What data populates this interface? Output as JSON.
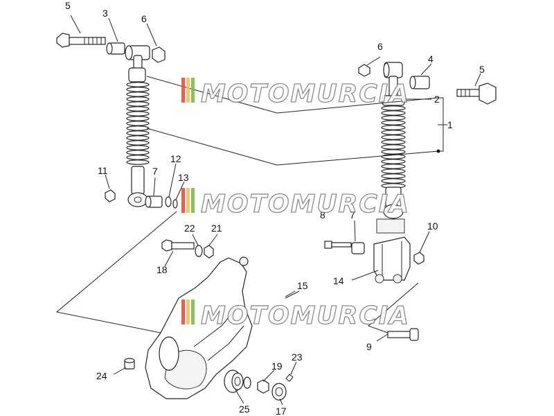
{
  "watermark": {
    "text": "MOTOMURCIA",
    "stripe_colors": [
      "#d84a3a",
      "#e8c640",
      "#7fb04a"
    ]
  },
  "callouts": [
    "1",
    "2",
    "3",
    "4",
    "5",
    "5",
    "6",
    "6",
    "7",
    "7",
    "8",
    "9",
    "10",
    "11",
    "12",
    "13",
    "14",
    "15",
    "17",
    "18",
    "19",
    "21",
    "22",
    "23",
    "24",
    "25"
  ]
}
